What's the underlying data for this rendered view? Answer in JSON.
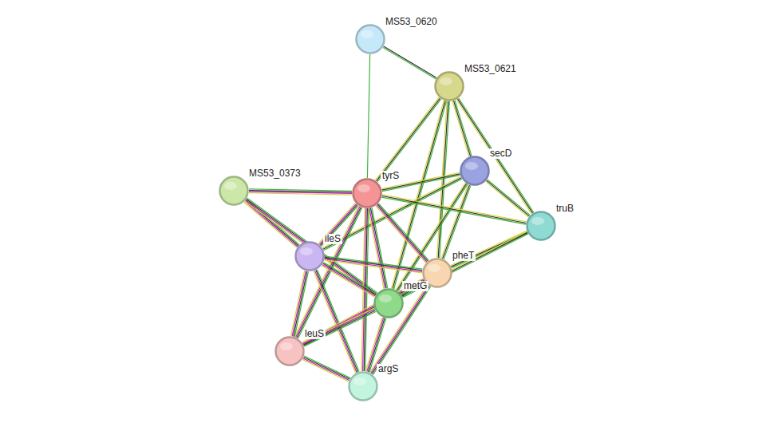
{
  "diagram": {
    "nodes": [
      {
        "text": [
          "MS53_0620"
        ]
      },
      {
        "text": [
          "MS53_0621"
        ]
      },
      {
        "text": [
          "secD"
        ]
      },
      {
        "text": [
          "MS53_0373"
        ]
      },
      {
        "text": [
          "tyrS"
        ]
      },
      {
        "text": [
          "truB"
        ]
      },
      {
        "text": [
          "ileS"
        ]
      },
      {
        "text": [
          "pheT"
        ]
      },
      {
        "text": [
          "metG"
        ]
      },
      {
        "text": [
          "leuS"
        ]
      },
      {
        "text": [
          "argS"
        ]
      }
    ],
    "edges": [
      {
        "from": 0,
        "to": 1,
        "arrow": "none"
      },
      {
        "from": 0,
        "to": 4,
        "arrow": "none"
      },
      {
        "from": 1,
        "to": 4,
        "arrow": "none"
      },
      {
        "from": 1,
        "to": 2,
        "arrow": "none"
      },
      {
        "from": 1,
        "to": 7,
        "arrow": "none"
      },
      {
        "from": 1,
        "to": 8,
        "arrow": "none"
      },
      {
        "from": 1,
        "to": 5,
        "arrow": "none"
      },
      {
        "from": 2,
        "to": 4,
        "arrow": "none"
      },
      {
        "from": 2,
        "to": 5,
        "arrow": "none"
      },
      {
        "from": 2,
        "to": 7,
        "arrow": "none"
      },
      {
        "from": 2,
        "to": 8,
        "arrow": "none"
      },
      {
        "from": 2,
        "to": 6,
        "arrow": "none"
      },
      {
        "from": 5,
        "to": 4,
        "arrow": "none"
      },
      {
        "from": 5,
        "to": 7,
        "arrow": "none"
      },
      {
        "from": 5,
        "to": 8,
        "arrow": "none"
      },
      {
        "from": 3,
        "to": 4,
        "arrow": "none"
      },
      {
        "from": 3,
        "to": 6,
        "arrow": "none"
      },
      {
        "from": 3,
        "to": 8,
        "arrow": "none"
      },
      {
        "from": 4,
        "to": 6,
        "arrow": "none"
      },
      {
        "from": 4,
        "to": 7,
        "arrow": "none"
      },
      {
        "from": 4,
        "to": 8,
        "arrow": "none"
      },
      {
        "from": 4,
        "to": 9,
        "arrow": "none"
      },
      {
        "from": 4,
        "to": 10,
        "arrow": "none"
      },
      {
        "from": 6,
        "to": 7,
        "arrow": "none"
      },
      {
        "from": 6,
        "to": 8,
        "arrow": "none"
      },
      {
        "from": 6,
        "to": 9,
        "arrow": "none"
      },
      {
        "from": 6,
        "to": 10,
        "arrow": "none"
      },
      {
        "from": 7,
        "to": 8,
        "arrow": "none"
      },
      {
        "from": 7,
        "to": 9,
        "arrow": "none"
      },
      {
        "from": 7,
        "to": 10,
        "arrow": "none"
      },
      {
        "from": 8,
        "to": 9,
        "arrow": "none"
      },
      {
        "from": 8,
        "to": 10,
        "arrow": "none"
      },
      {
        "from": 9,
        "to": 10,
        "arrow": "none"
      }
    ]
  }
}
